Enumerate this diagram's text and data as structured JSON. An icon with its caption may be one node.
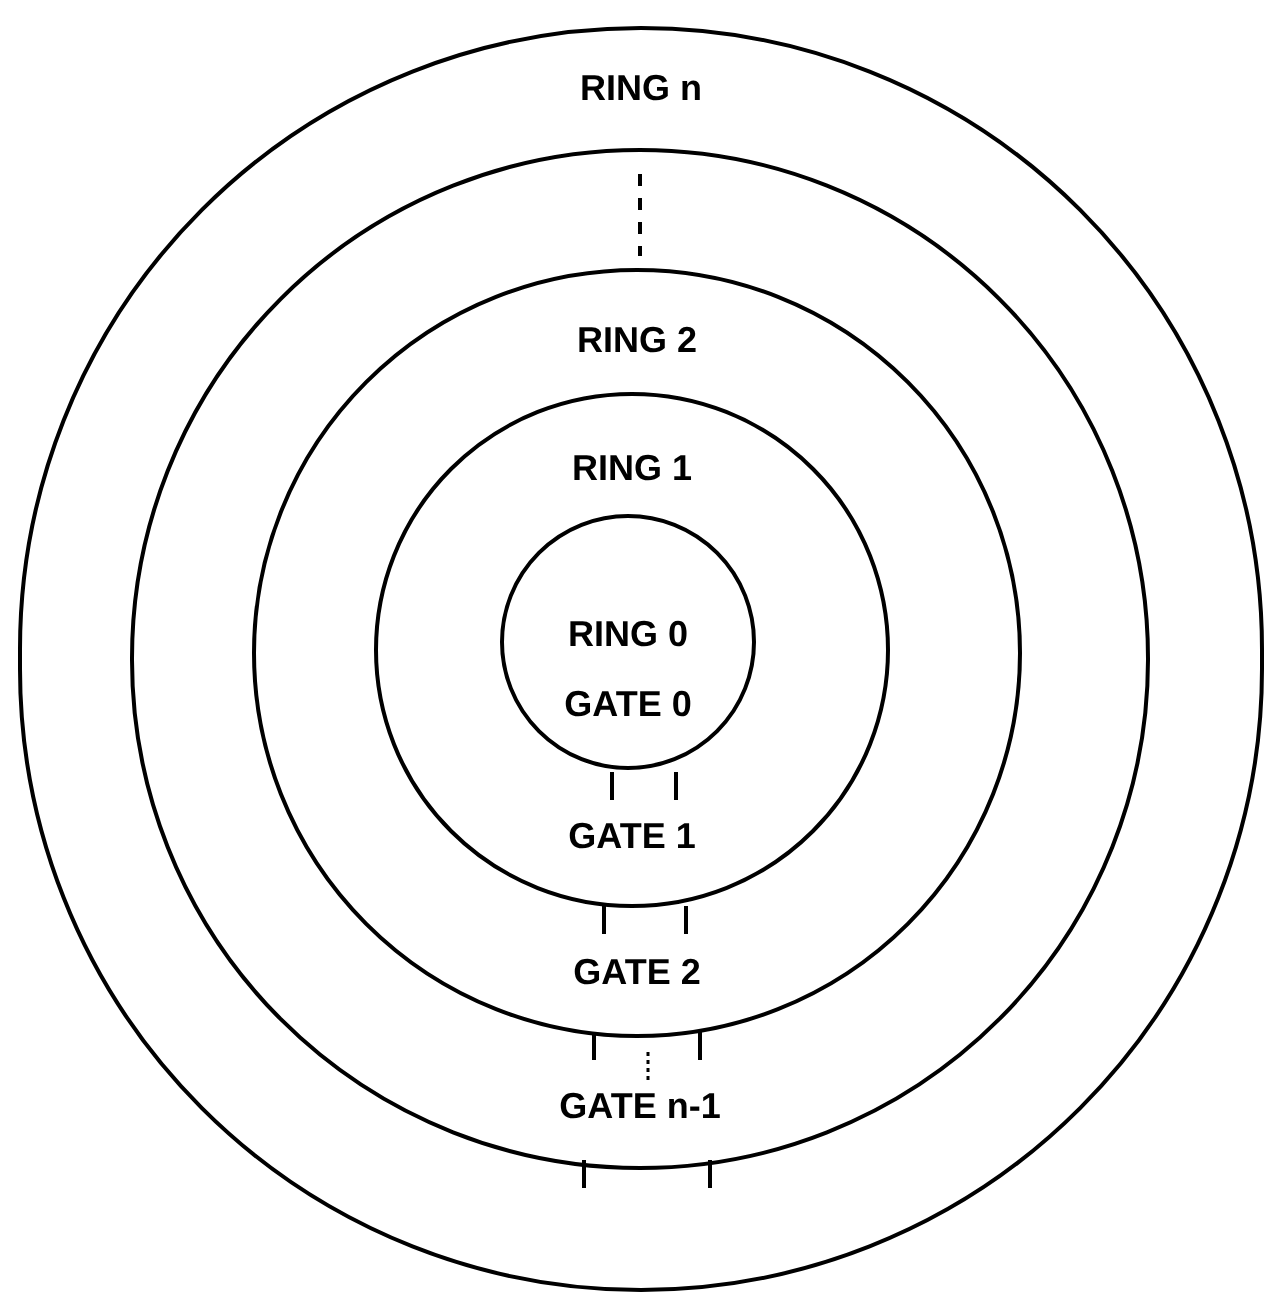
{
  "diagram": {
    "nodes": [
      {
        "text": [
          "RING n"
        ]
      },
      {
        "text": [
          "GATE n-1"
        ],
        "in": 0
      },
      {
        "text": [
          "RING 2",
          "GATE 2"
        ],
        "in": 1
      },
      {
        "text": [
          "RING 1",
          "GATE 1"
        ],
        "in": 2
      },
      {
        "text": [
          "RING 0",
          "GATE 0"
        ],
        "in": 3
      }
    ]
  }
}
